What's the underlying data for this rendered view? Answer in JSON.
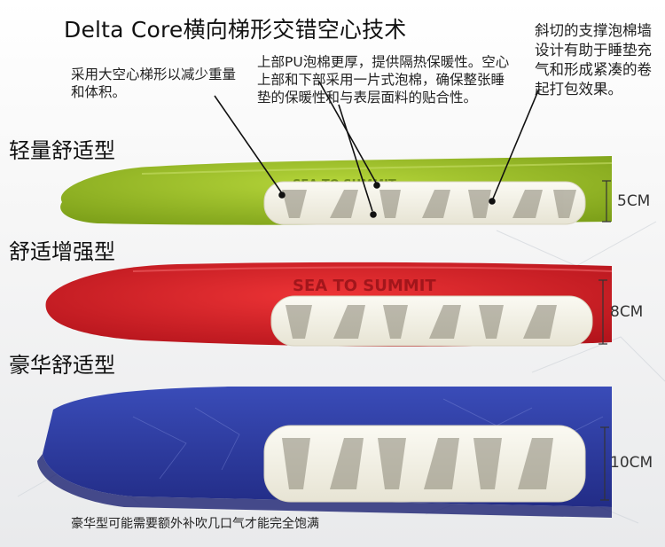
{
  "title": "Delta Core横向梯形交错空心技术",
  "annotations": {
    "left": "采用大空心梯形以减少重量和体积。",
    "middle": "上部PU泡棉更厚，提供隔热保暖性。空心上部和下部采用一片式泡棉，确保整张睡垫的保暖性和与表层面料的贴合性。",
    "right": "斜切的支撑泡棉墙设计有助于睡垫充气和形成紧凑的卷起打包效果。"
  },
  "models": [
    {
      "name": "轻量舒适型",
      "thickness": "5CM",
      "color": "#9cbf2a"
    },
    {
      "name": "舒适增强型",
      "thickness": "8CM",
      "color": "#d8232a"
    },
    {
      "name": "豪华舒适型",
      "thickness": "10CM",
      "color": "#2f3ea6"
    }
  ],
  "brand": "SEA TO SUMMIT",
  "footer_note": "豪华型可能需要额外补吹几口气才能完全饱满"
}
